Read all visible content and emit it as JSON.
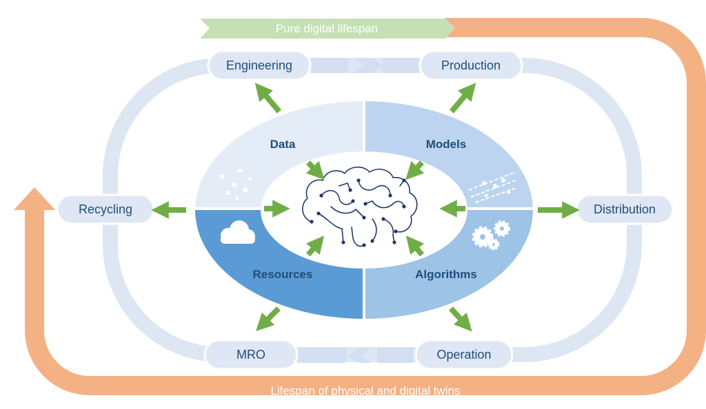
{
  "banners": {
    "pure_digital": "Pure digital lifespan",
    "physical_digital": "Lifespan of physical and digital twins"
  },
  "stages": {
    "engineering": "Engineering",
    "production": "Production",
    "distribution": "Distribution",
    "operation": "Operation",
    "mro": "MRO",
    "recycling": "Recycling"
  },
  "core": {
    "data": "Data",
    "models": "Models",
    "resources": "Resources",
    "algorithms": "Algorithms"
  },
  "icons": {
    "data": "dots-scatter-icon",
    "models": "regression-lines-icon",
    "resources": "cloud-icon",
    "algorithms": "gears-icon",
    "center": "brain-circuit-icon"
  },
  "colors": {
    "ring": "#dde6f3",
    "node": "#dfe7f4",
    "data_quadrant": "#e4ecf7",
    "models_quadrant": "#bcd4ef",
    "resources_quadrant": "#5b9bd5",
    "algorithms_quadrant": "#9dc3e6",
    "arrow": "#70ad47",
    "orange_band": "#f4b183",
    "green_band": "#c5e0b4",
    "text": "#1f4e79"
  }
}
